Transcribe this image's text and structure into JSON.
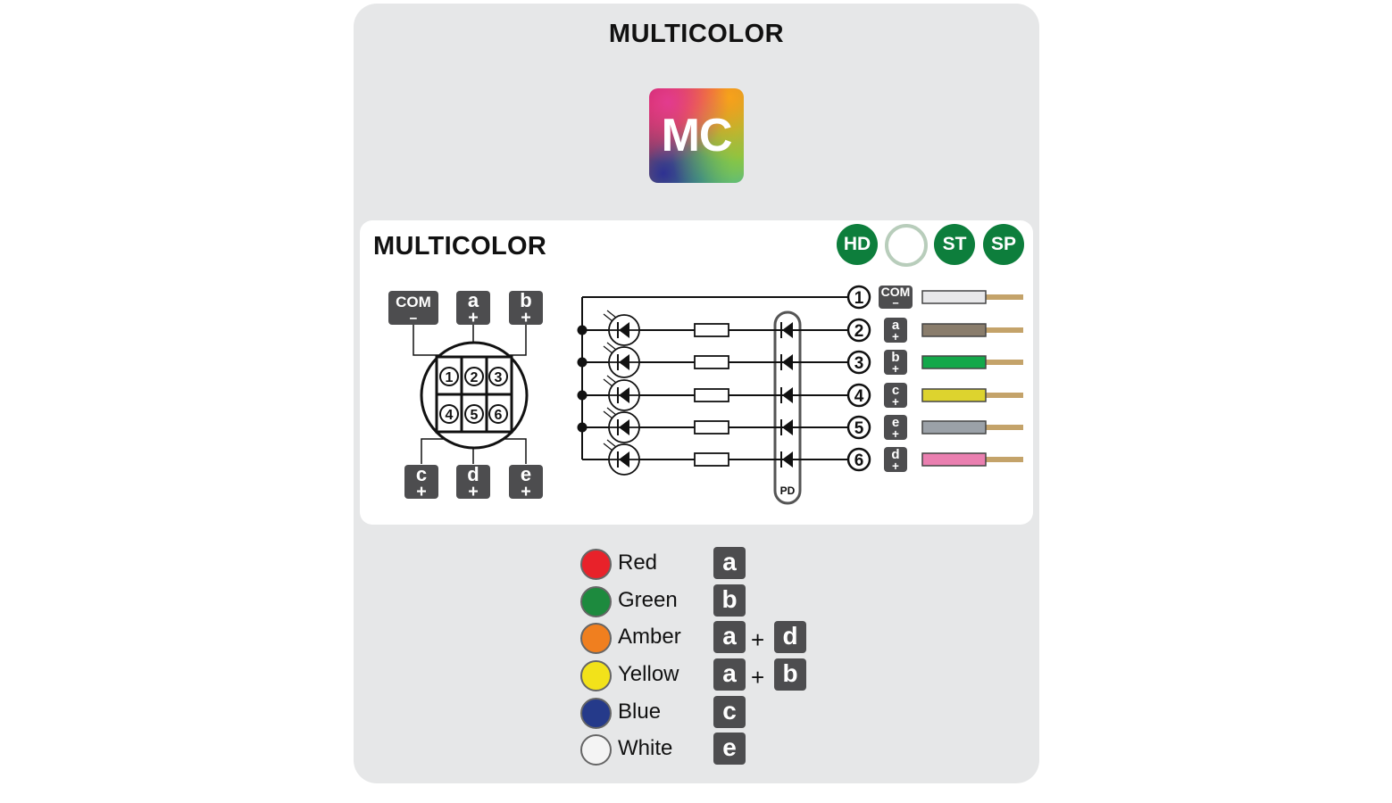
{
  "header": {
    "title": "MULTICOLOR",
    "logo_text": "MC"
  },
  "panel": {
    "title": "MULTICOLOR",
    "badges": [
      "HD",
      "",
      "ST",
      "SP"
    ],
    "connector_pins": [
      "1",
      "2",
      "3",
      "4",
      "5",
      "6"
    ],
    "top_labels": [
      {
        "letter": "COM",
        "sign": "−"
      },
      {
        "letter": "a",
        "sign": "+"
      },
      {
        "letter": "b",
        "sign": "+"
      }
    ],
    "bottom_labels": [
      {
        "letter": "c",
        "sign": "+"
      },
      {
        "letter": "d",
        "sign": "+"
      },
      {
        "letter": "e",
        "sign": "+"
      }
    ],
    "pd_label": "PD",
    "outputs": [
      {
        "pin": "1",
        "letter": "COM",
        "sign": "−",
        "wire_color": "#e8e8ea"
      },
      {
        "pin": "2",
        "letter": "a",
        "sign": "+",
        "wire_color": "#8a7d6c"
      },
      {
        "pin": "3",
        "letter": "b",
        "sign": "+",
        "wire_color": "#13a84a"
      },
      {
        "pin": "4",
        "letter": "c",
        "sign": "+",
        "wire_color": "#ddd32e"
      },
      {
        "pin": "5",
        "letter": "e",
        "sign": "+",
        "wire_color": "#9ba1a8"
      },
      {
        "pin": "6",
        "letter": "d",
        "sign": "+",
        "wire_color": "#ea7fb0"
      }
    ],
    "wire_tip_color": "#c4a36a"
  },
  "legend": [
    {
      "color_name": "Red",
      "color": "#e8222a",
      "keys": [
        "a"
      ]
    },
    {
      "color_name": "Green",
      "color": "#1d8a3e",
      "keys": [
        "b"
      ]
    },
    {
      "color_name": "Amber",
      "color": "#f07f1f",
      "keys": [
        "a",
        "d"
      ]
    },
    {
      "color_name": "Yellow",
      "color": "#f2e21a",
      "keys": [
        "a",
        "b"
      ]
    },
    {
      "color_name": "Blue",
      "color": "#253a8a",
      "keys": [
        "c"
      ]
    },
    {
      "color_name": "White",
      "color": "#f4f4f4",
      "keys": [
        "e"
      ]
    }
  ],
  "plus_sign": "+"
}
